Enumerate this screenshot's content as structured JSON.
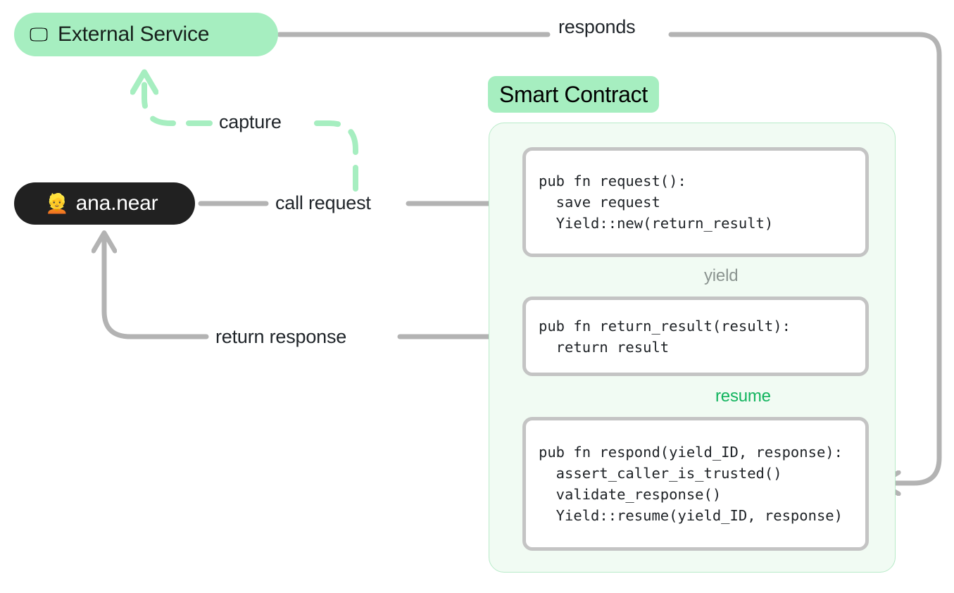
{
  "diagram": {
    "title": "NEAR yield-resume smart contract flow",
    "colors": {
      "accent_green": "#a6eec0",
      "panel_green": "#f1fbf3",
      "panel_border": "#b9ebc9",
      "resume_green": "#12b45e",
      "arrow_gray": "#b3b3b3",
      "code_border": "#c4c4c4",
      "user_badge": "#212121",
      "yield_gray": "#8b9490"
    }
  },
  "nodes": {
    "external_service": {
      "label": "External Service",
      "icon": "server-icon",
      "icon_glyph": "🖵"
    },
    "user": {
      "label": "ana.near",
      "icon": "person-icon",
      "icon_glyph": "👱"
    },
    "contract": {
      "label": "Smart Contract"
    }
  },
  "code_boxes": [
    {
      "name": "request-fn",
      "code": "pub fn request():\n  save request\n  Yield::new(return_result)"
    },
    {
      "name": "return-result-fn",
      "code": "pub fn return_result(result):\n  return result"
    },
    {
      "name": "respond-fn",
      "code": "pub fn respond(yield_ID, response):\n  assert_caller_is_trusted()\n  validate_response()\n  Yield::resume(yield_ID, response)"
    }
  ],
  "edges": [
    {
      "name": "responds",
      "label": "responds",
      "style": "solid",
      "color": "#b3b3b3"
    },
    {
      "name": "capture",
      "label": "capture",
      "style": "dashed",
      "color": "#a6eec0"
    },
    {
      "name": "call-request",
      "label": "call request",
      "style": "solid",
      "color": "#b3b3b3"
    },
    {
      "name": "return-response",
      "label": "return response",
      "style": "solid",
      "color": "#b3b3b3"
    },
    {
      "name": "yield",
      "label": "yield",
      "style": "dashed",
      "color": "#c9cfcb"
    },
    {
      "name": "resume",
      "label": "resume",
      "style": "solid",
      "color": "#a6eec0"
    }
  ]
}
